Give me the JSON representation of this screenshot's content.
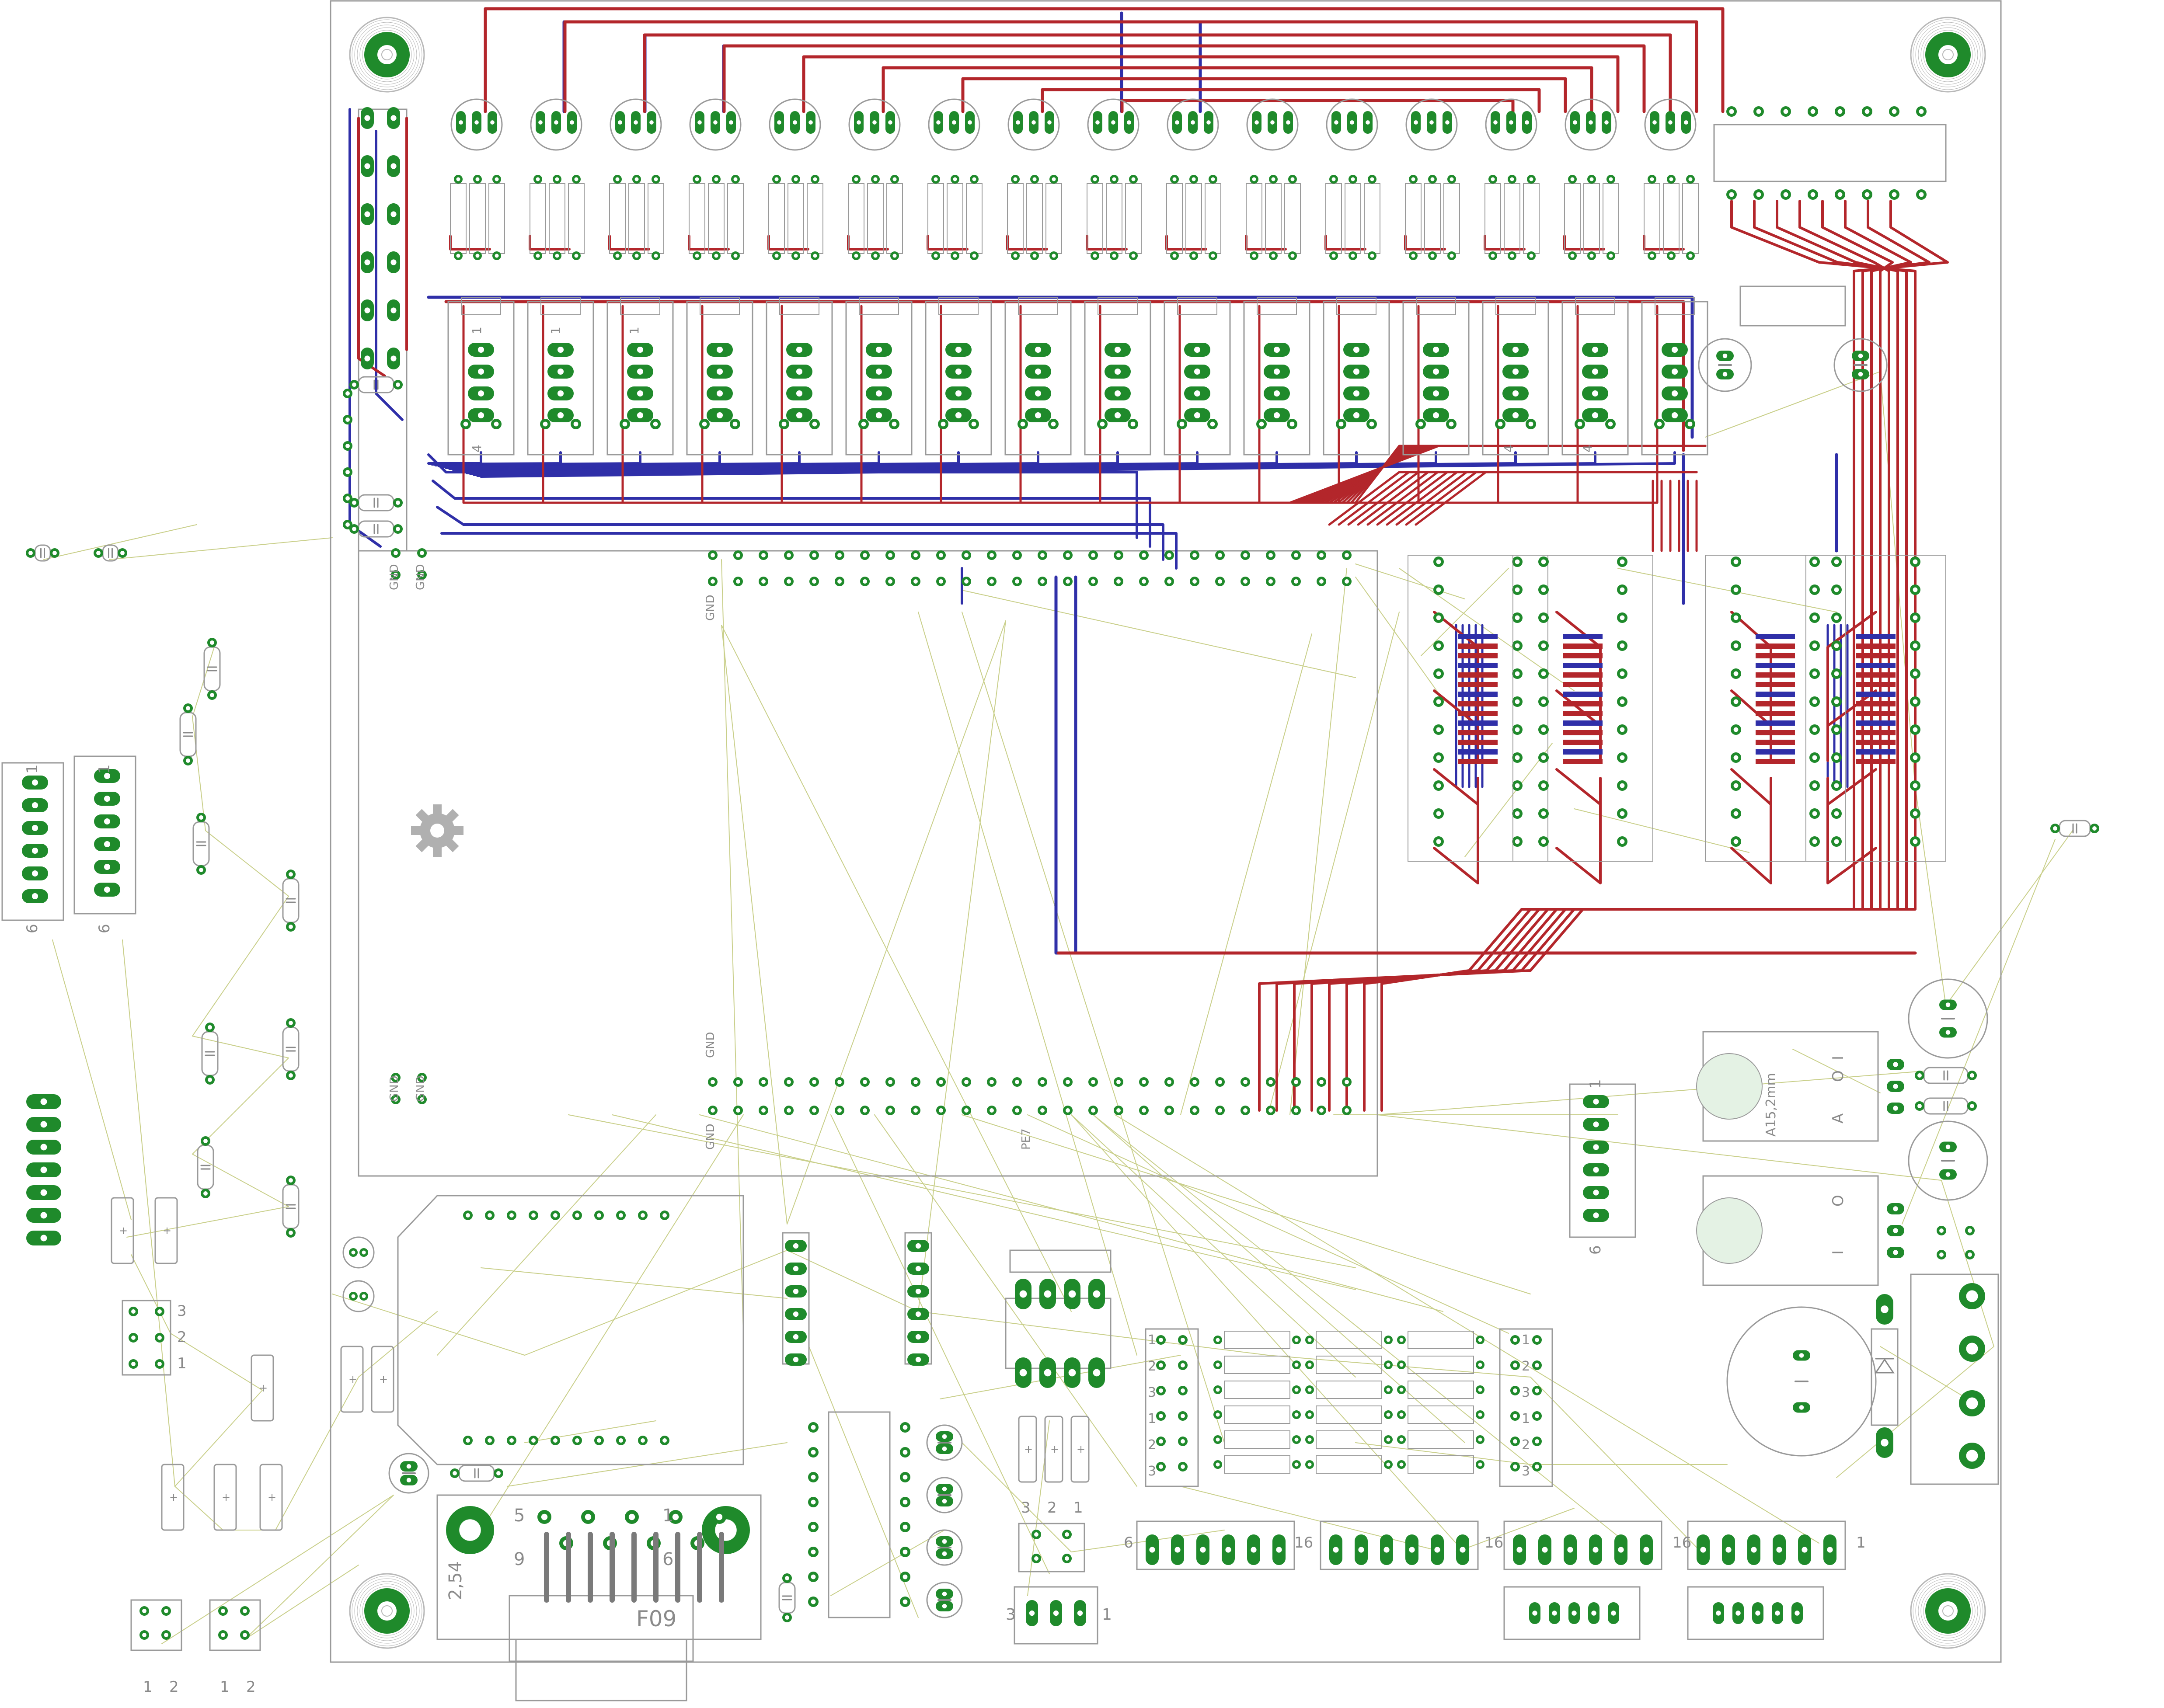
{
  "colors": {
    "background": "#ffffff",
    "board_outline": "#9a9a9a",
    "top_trace": "#b3262b",
    "bottom_trace": "#2f2fa8",
    "pad": "#1f8a2b",
    "pad_hole": "#ffffff",
    "airwire": "#c9cf8a",
    "silkscreen": "#8a8a8a",
    "mount_ring": "#b8b8b8"
  },
  "labels": {
    "gnd": "GND",
    "pe7": "PE7",
    "f09": "F09",
    "pitch": "2,54",
    "regulator_a": "A",
    "regulator_o": "O",
    "regulator_i": "I",
    "heatsink": "A15,2mm",
    "pin1": "1",
    "pin2": "2",
    "pin3": "3",
    "pin4": "4",
    "pin5": "5",
    "pin6": "6",
    "pin9": "9",
    "pin16": "16"
  },
  "icons": {
    "mount_hole": "mount-hole-icon",
    "logo": "gear-icon",
    "diode": "diode-icon",
    "capacitor": "capacitor-icon"
  }
}
